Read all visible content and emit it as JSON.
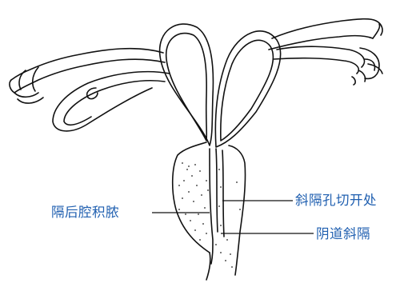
{
  "figure": {
    "labels": {
      "left_label": "隔后腔积脓",
      "right_upper_label": "斜隔孔切开处",
      "right_lower_label": "阴道斜隔"
    }
  },
  "colors": {
    "label_text": "#1f5fb0",
    "leader_line": "#111111",
    "outline": "#111111",
    "stipple": "#222222",
    "background": "#ffffff"
  }
}
